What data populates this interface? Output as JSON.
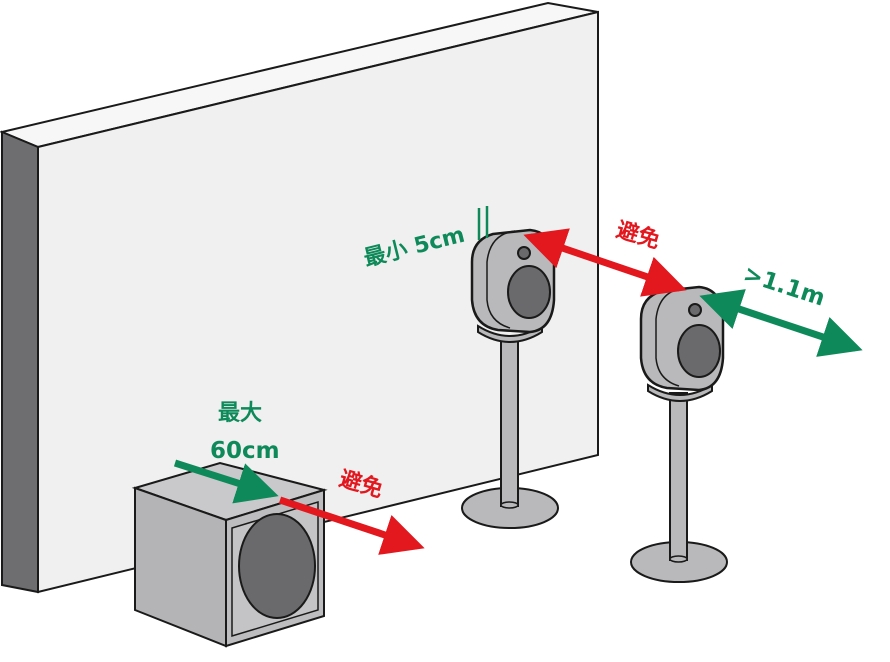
{
  "labels": {
    "min_gap": "最小 5cm",
    "avoid_top": "避免",
    "distance": ">1.1m",
    "max_line1": "最大",
    "max_line2": "60cm",
    "avoid_bottom": "避免"
  },
  "colors": {
    "green": "#0e8a5a",
    "red": "#e3171e",
    "wall_front": "#f0f0f0",
    "wall_side": "#6e6e70",
    "wall_top": "#f5f5f5",
    "speaker_body": "#b9b9bb",
    "speaker_dark": "#6a6a6c",
    "outline": "#1a1a1a"
  }
}
